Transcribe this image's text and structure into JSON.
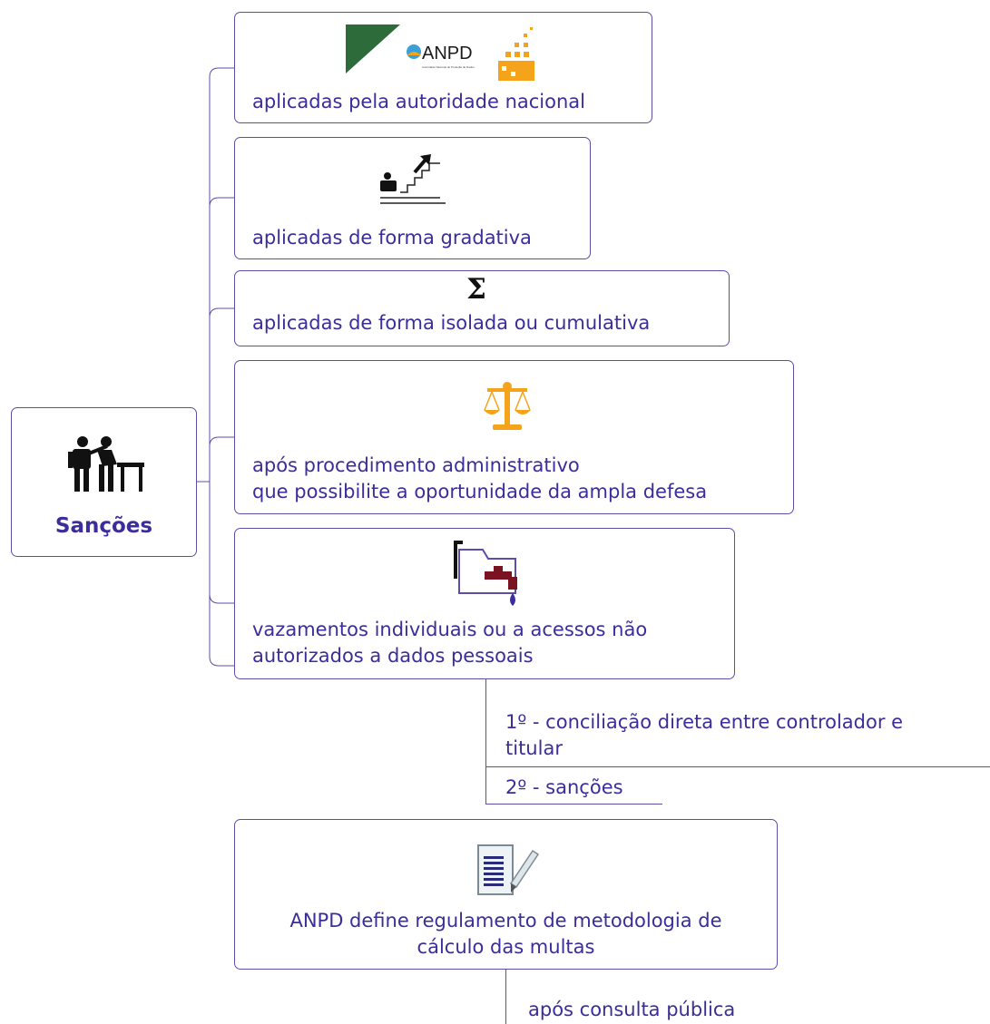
{
  "root": {
    "label": "Sanções",
    "icon": "figures-at-desk-icon"
  },
  "colors": {
    "text": "#3b2d9b",
    "border": "#5a4fa8",
    "anpd_green": "#2e6b3a",
    "anpd_orange": "#f5a31a",
    "scale_orange": "#f5a31a",
    "tap_red": "#7a1222"
  },
  "branches": [
    {
      "label": "aplicadas pela autoridade nacional",
      "icon": "anpd-logo-icon",
      "logo_text": "ANPD",
      "logo_subtext": "Autoridade Nacional de Proteção de Dados"
    },
    {
      "label": "aplicadas de forma gradativa",
      "icon": "stairs-progress-icon"
    },
    {
      "label": "aplicadas de forma isolada ou cumulativa",
      "icon": "sigma-icon",
      "icon_glyph": "Σ"
    },
    {
      "line1": "após procedimento administrativo",
      "line2": "que possibilite a oportunidade da ampla defesa",
      "icon": "balance-scale-icon"
    },
    {
      "line1": "vazamentos individuais ou a acessos não",
      "line2": "autorizados a dados pessoais",
      "icon": "data-leak-tap-icon",
      "children": [
        {
          "line1": "1º - conciliação direta entre controlador e",
          "line2": "titular"
        },
        {
          "label": "2º - sanções"
        }
      ]
    },
    {
      "line1": "ANPD define regulamento de metodologia de",
      "line2": "cálculo das multas",
      "icon": "document-edit-icon",
      "children": [
        {
          "label": "após consulta pública"
        }
      ]
    }
  ]
}
